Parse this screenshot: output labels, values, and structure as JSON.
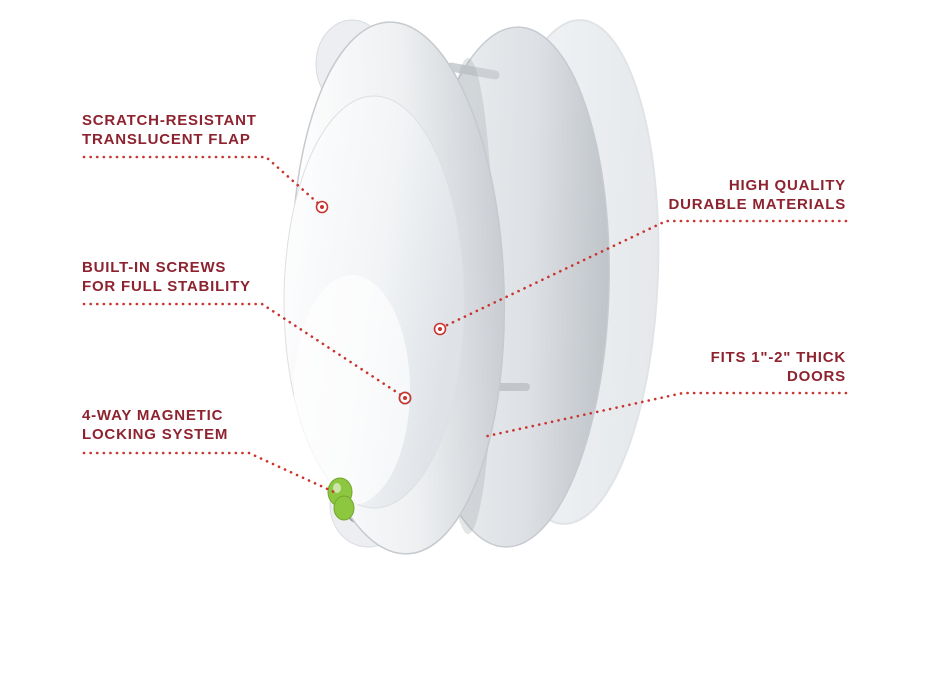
{
  "callouts": {
    "flap": {
      "line1": "SCRATCH-RESISTANT",
      "line2": "TRANSLUCENT FLAP"
    },
    "screws": {
      "line1": "BUILT-IN SCREWS",
      "line2": "FOR FULL STABILITY"
    },
    "magnetic": {
      "line1": "4-WAY MAGNETIC",
      "line2": "LOCKING SYSTEM"
    },
    "materials": {
      "line1": "HIGH QUALITY",
      "line2": "DURABLE MATERIALS"
    },
    "doors": {
      "line1": "FITS 1\"-2\" THICK",
      "line2": "DOORS"
    }
  },
  "colors": {
    "label_text": "#8e2330",
    "leader_dots": "#c9342f",
    "accent_green": "#8dc63f"
  }
}
